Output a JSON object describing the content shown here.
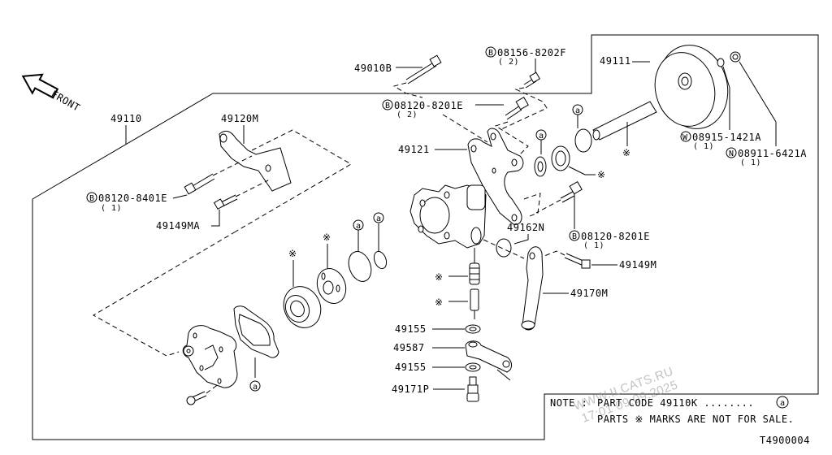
{
  "diagram": {
    "diagram_code": "T4900004",
    "direction_label": "FRONT",
    "parts": [
      {
        "id": "49110",
        "label": "49110"
      },
      {
        "id": "49120M",
        "label": "49120M"
      },
      {
        "id": "49010B",
        "label": "49010B"
      },
      {
        "id": "08156-8202F",
        "label": "08156-8202F",
        "prefix": "B",
        "qty": "( 2)"
      },
      {
        "id": "08120-8201E-a",
        "label": "08120-8201E",
        "prefix": "B",
        "qty": "( 2)"
      },
      {
        "id": "49111",
        "label": "49111"
      },
      {
        "id": "08915-1421A",
        "label": "08915-1421A",
        "prefix": "W",
        "qty": "( 1)"
      },
      {
        "id": "08911-6421A",
        "label": "08911-6421A",
        "prefix": "N",
        "qty": "( 1)"
      },
      {
        "id": "49121",
        "label": "49121"
      },
      {
        "id": "08120-8401E",
        "label": "08120-8401E",
        "prefix": "B",
        "qty": "( 1)"
      },
      {
        "id": "49149MA",
        "label": "49149MA"
      },
      {
        "id": "49162N",
        "label": "49162N"
      },
      {
        "id": "08120-8201E-b",
        "label": "08120-8201E",
        "prefix": "B",
        "qty": "( 1)"
      },
      {
        "id": "49149M",
        "label": "49149M"
      },
      {
        "id": "49170M",
        "label": "49170M"
      },
      {
        "id": "49155-a",
        "label": "49155"
      },
      {
        "id": "49587",
        "label": "49587"
      },
      {
        "id": "49155-b",
        "label": "49155"
      },
      {
        "id": "49171P",
        "label": "49171P"
      }
    ],
    "kit_marker": "a",
    "not_for_sale_marker": "※",
    "note": {
      "prefix": "NOTE :",
      "line1": "PART CODE 49110K  ........",
      "line1_marker": "a",
      "line2": "PARTS ※ MARKS ARE NOT FOR SALE."
    },
    "watermark": {
      "line1": "WWW.ILCATS.RU",
      "line2": "17:01 09.09.2025"
    }
  }
}
